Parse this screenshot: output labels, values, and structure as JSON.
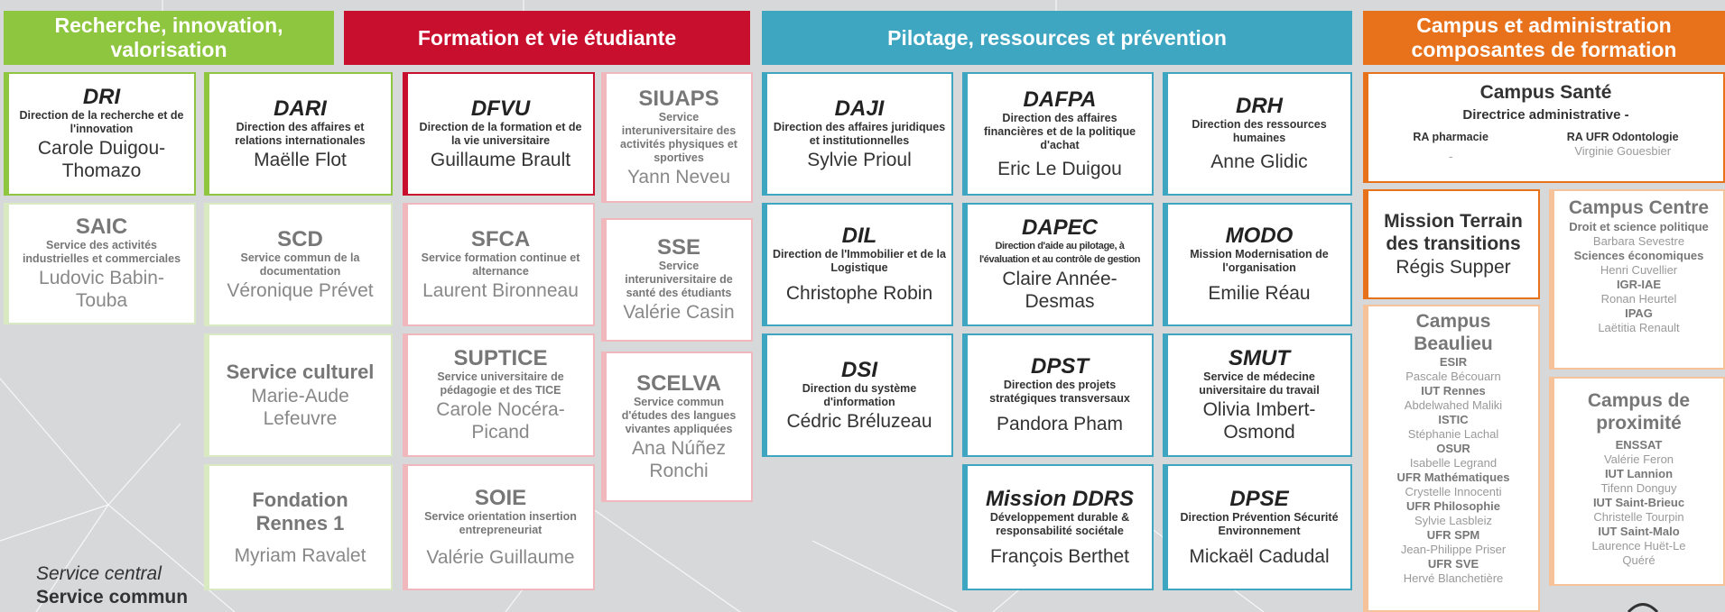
{
  "colors": {
    "green": "#8ec63f",
    "red": "#c8102e",
    "blue": "#3fa6c2",
    "orange": "#e8711c"
  },
  "headers": {
    "research": "Recherche, innovation, valorisation",
    "formation": "Formation et vie étudiante",
    "pilotage": "Pilotage, ressources et prévention",
    "campus": "Campus et administration composantes de formation"
  },
  "cards": {
    "dri": {
      "abbr": "DRI",
      "desc": "Direction de la recherche et de l'innovation",
      "person": "Carole Duigou-Thomazo"
    },
    "dari": {
      "abbr": "DARI",
      "desc": "Direction des affaires et relations internationales",
      "person": "Maëlle Flot"
    },
    "dfvu": {
      "abbr": "DFVU",
      "desc": "Direction de la formation et de la vie universitaire",
      "person": "Guillaume Brault"
    },
    "siuaps": {
      "abbr": "SIUAPS",
      "desc": "Service interuniversitaire des activités physiques et sportives",
      "person": "Yann Neveu"
    },
    "daji": {
      "abbr": "DAJI",
      "desc": "Direction des affaires juridiques et institutionnelles",
      "person": "Sylvie Prioul"
    },
    "dafpa": {
      "abbr": "DAFPA",
      "desc": "Direction des affaires financières et de la politique d'achat",
      "person": "Eric Le Duigou"
    },
    "drh": {
      "abbr": "DRH",
      "desc": "Direction des ressources humaines",
      "person": "Anne Glidic"
    },
    "saic": {
      "abbr": "SAIC",
      "desc": "Service des activités industrielles et commerciales",
      "person": "Ludovic Babin-Touba"
    },
    "scd": {
      "abbr": "SCD",
      "desc": "Service commun de la documentation",
      "person": "Véronique Prévet"
    },
    "sfca": {
      "abbr": "SFCA",
      "desc": "Service formation continue et alternance",
      "person": "Laurent Bironneau"
    },
    "sse": {
      "abbr": "SSE",
      "desc": "Service interuniversitaire de santé des étudiants",
      "person": "Valérie Casin"
    },
    "dil": {
      "abbr": "DIL",
      "desc": "Direction de l'Immobilier et de la Logistique",
      "person": "Christophe Robin"
    },
    "dapec": {
      "abbr": "DAPEC",
      "desc": "Direction d'aide au pilotage, à l'évaluation et au contrôle de gestion",
      "person": "Claire Année-Desmas"
    },
    "modo": {
      "abbr": "MODO",
      "desc": "Mission Modernisation de l'organisation",
      "person": "Emilie Réau"
    },
    "culturel": {
      "title": "Service culturel",
      "person": "Marie-Aude Lefeuvre"
    },
    "suptice": {
      "abbr": "SUPTICE",
      "desc": "Service universitaire de pédagogie et des TICE",
      "person": "Carole Nocéra-Picand"
    },
    "scelva": {
      "abbr": "SCELVA",
      "desc": "Service commun d'études des langues vivantes appliquées",
      "person": "Ana Núñez Ronchi"
    },
    "dsi": {
      "abbr": "DSI",
      "desc": "Direction du système d'information",
      "person": "Cédric Bréluzeau"
    },
    "dpst": {
      "abbr": "DPST",
      "desc": "Direction des projets stratégiques transversaux",
      "person": "Pandora Pham"
    },
    "smut": {
      "abbr": "SMUT",
      "desc": "Service de médecine universitaire du travail",
      "person": "Olivia Imbert-Osmond"
    },
    "fondation": {
      "title": "Fondation Rennes 1",
      "person": "Myriam Ravalet"
    },
    "soie": {
      "abbr": "SOIE",
      "desc": "Service orientation insertion entrepreneuriat",
      "person": "Valérie Guillaume"
    },
    "ddrs": {
      "abbr": "Mission DDRS",
      "desc": "Développement durable & responsabilité sociétale",
      "person": "François Berthet"
    },
    "dpse": {
      "abbr": "DPSE",
      "desc": "Direction Prévention Sécurité Environnement",
      "person": "Mickaël Cadudal"
    }
  },
  "campus_sante": {
    "title": "Campus Santé",
    "role": "Directrice administrative -",
    "ra1": "RA pharmacie",
    "ra1_person": "-",
    "ra2": "RA UFR Odontologie",
    "ra2_person": "Virginie Gouesbier"
  },
  "mission_terrain": {
    "title": "Mission Terrain des transitions",
    "person": "Régis Supper"
  },
  "campus_centre": {
    "title": "Campus Centre",
    "items": [
      {
        "name": "Droit et science politique",
        "person": "Barbara Sevestre"
      },
      {
        "name": "Sciences économiques",
        "person": "Henri Cuvellier"
      },
      {
        "name": "IGR-IAE",
        "person": "Ronan Heurtel"
      },
      {
        "name": "IPAG",
        "person": "Laëtitia Renault"
      }
    ]
  },
  "campus_beaulieu": {
    "title": "Campus Beaulieu",
    "items": [
      {
        "name": "ESIR",
        "person": "Pascale Bécouarn"
      },
      {
        "name": "IUT Rennes",
        "person": "Abdelwahed Maliki"
      },
      {
        "name": "ISTIC",
        "person": "Stéphanie Lachal"
      },
      {
        "name": "OSUR",
        "person": "Isabelle Legrand"
      },
      {
        "name": "UFR Mathématiques",
        "person": "Crystelle Innocenti"
      },
      {
        "name": "UFR Philosophie",
        "person": "Sylvie Lasbleiz"
      },
      {
        "name": "UFR SPM",
        "person": "Jean-Philippe Priser"
      },
      {
        "name": "UFR SVE",
        "person": "Hervé Blanchetière"
      }
    ]
  },
  "campus_proximite": {
    "title": "Campus de proximité",
    "items": [
      {
        "name": "ENSSAT",
        "person": "Valérie Feron"
      },
      {
        "name": "IUT Lannion",
        "person": "Tifenn Donguy"
      },
      {
        "name": "IUT Saint-Brieuc",
        "person": "Christelle Tourpin"
      },
      {
        "name": "IUT Saint-Malo",
        "person": "Laurence Huët-Le Quéré"
      }
    ]
  },
  "legend": {
    "central": "Service central",
    "commun": "Service commun"
  }
}
